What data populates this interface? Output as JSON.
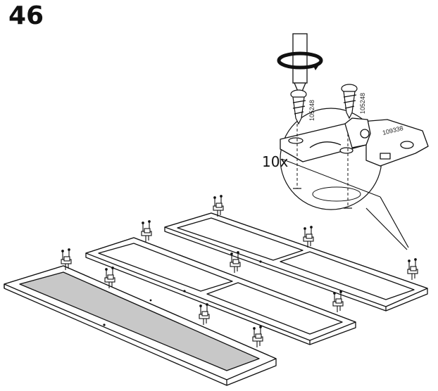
{
  "step": {
    "number": "46"
  },
  "detail": {
    "quantity": "10x",
    "screw_code_1": "105248",
    "screw_code_2": "105248",
    "hinge_code": "109338"
  },
  "icons": [
    "screwdriver-icon",
    "rotation-arrow-icon",
    "screw-icon",
    "hinge-icon"
  ],
  "colors": {
    "line": "#111111",
    "filled_panel": "#c8c8c8",
    "white": "#ffffff"
  }
}
